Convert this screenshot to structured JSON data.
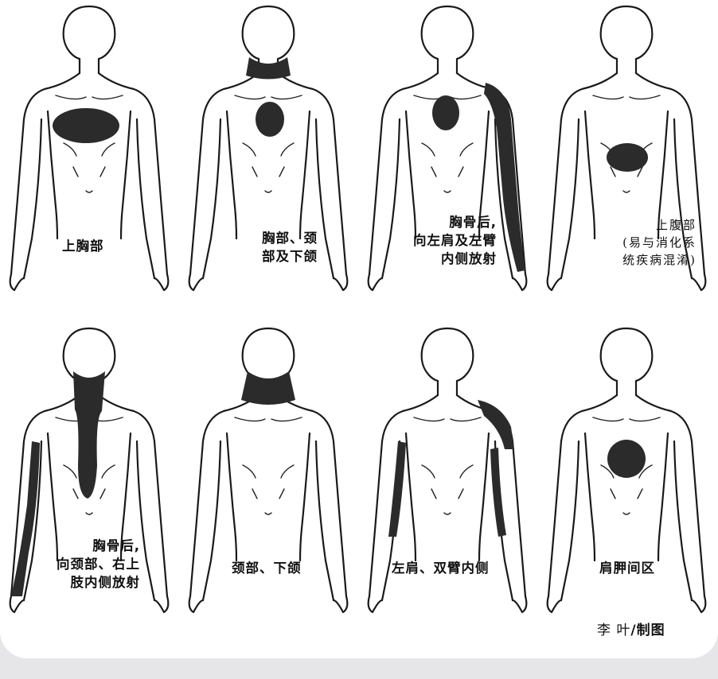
{
  "panels": [
    {
      "id": "upper-chest",
      "label": "上胸部"
    },
    {
      "id": "chest-neck-jaw",
      "label": "胸部、颈\n部及下颌"
    },
    {
      "id": "retrosternal-left-arm",
      "label": "胸骨后,\n向左肩及左臂\n内侧放射"
    },
    {
      "id": "upper-abdomen",
      "label": "上腹部\n(易与消化系\n统疾病混淆)"
    },
    {
      "id": "retrosternal-neck-right-arm",
      "label": "胸骨后,\n向颈部、右上\n肢内侧放射"
    },
    {
      "id": "neck-jaw",
      "label": "颈部、下颌"
    },
    {
      "id": "left-shoulder-arms",
      "label": "左肩、双臂内侧"
    },
    {
      "id": "interscapular",
      "label": "肩胛间区"
    }
  ],
  "credit": {
    "name": "李  叶",
    "suffix": "/制图"
  },
  "colors": {
    "pain": "#2b2b2b",
    "outline": "#1a1a1a",
    "background": "#e6e6e8"
  }
}
